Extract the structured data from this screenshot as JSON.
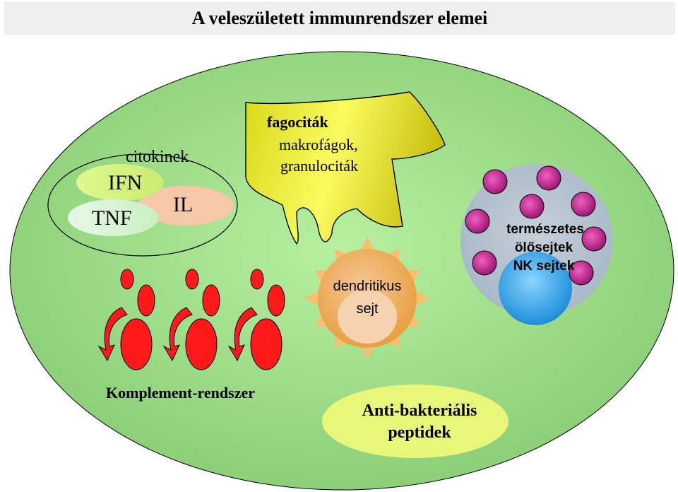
{
  "title": "A veleszületett immunrendszer elemei",
  "cytokines": {
    "group_label": "citokinek",
    "ifn": "IFN",
    "tnf": "TNF",
    "il": "IL"
  },
  "phagocytes": {
    "line1": "fagociták",
    "line2": "makrofágok,",
    "line3": "granulociták"
  },
  "nk_cells": {
    "line1": "természetes",
    "line2": "ölősejtek",
    "line3": "NK sejtek"
  },
  "dendritic": {
    "line1": "dendritikus",
    "line2": "sejt"
  },
  "complement": {
    "label": "Komplement-rendszer"
  },
  "peptides": {
    "line1": "Anti-bakteriális",
    "line2": "peptidek"
  },
  "colors": {
    "background_green": "#9ed98a",
    "phagocyte_yellow": "#e8e430",
    "complement_red": "#ff1a1a",
    "nk_purple": "#cc2288",
    "nk_blue": "#3aa8e8",
    "dendritic_orange": "#f2c060",
    "peptide_yellow": "#e8f57a"
  },
  "icons": [
    "phagocyte-blob-icon",
    "sun-dendritic-icon",
    "complement-molecule-icon",
    "nk-cell-icon"
  ]
}
